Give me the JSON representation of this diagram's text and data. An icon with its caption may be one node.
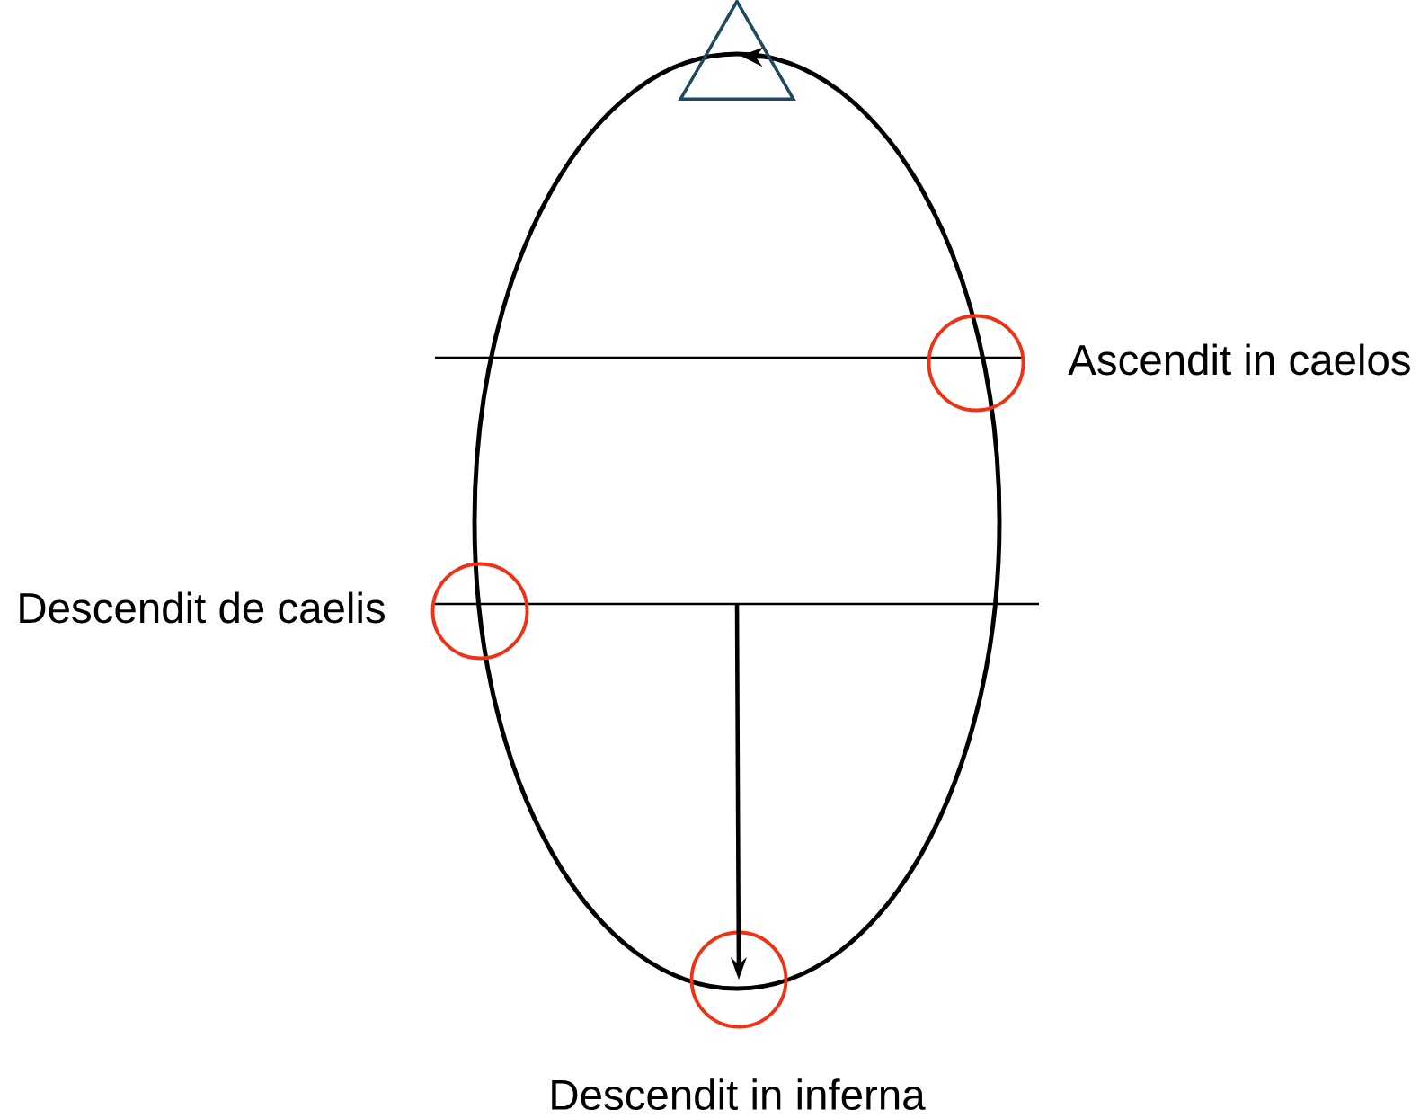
{
  "diagram": {
    "nodes": [
      {
        "text": [],
        "shape": "triangle"
      },
      {
        "text": [],
        "shape": "circle",
        "beside": [
          "Ascendit in caelos"
        ]
      },
      {
        "text": [],
        "shape": "circle",
        "beside": [
          "Descendit de caelis"
        ]
      },
      {
        "text": [],
        "shape": "circle",
        "beside": [
          "Descendit in inferna"
        ]
      }
    ],
    "edges": [
      {
        "from": null,
        "to": 3,
        "arrow": "to"
      }
    ]
  }
}
